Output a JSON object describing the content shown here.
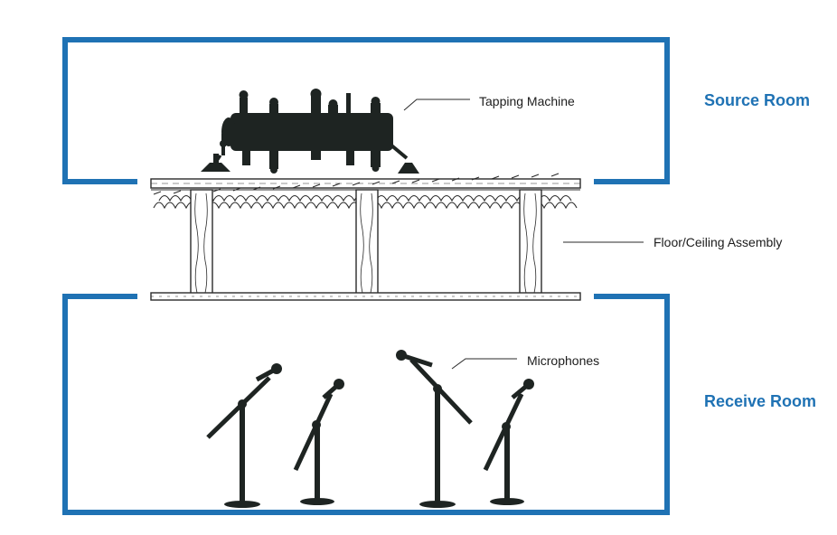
{
  "labels": {
    "source_room": "Source Room",
    "receive_room": "Receive Room",
    "tapping_machine": "Tapping Machine",
    "floor_ceiling": "Floor/Ceiling Assembly",
    "microphones": "Microphones"
  },
  "icons": {
    "machine": "tapping-machine-icon",
    "microphone": "microphone-stand-icon"
  },
  "colors": {
    "room_outline": "#1f72b4",
    "room_label": "#1f72b4",
    "equipment": "#1e2422",
    "line": "#2a2a2a"
  }
}
